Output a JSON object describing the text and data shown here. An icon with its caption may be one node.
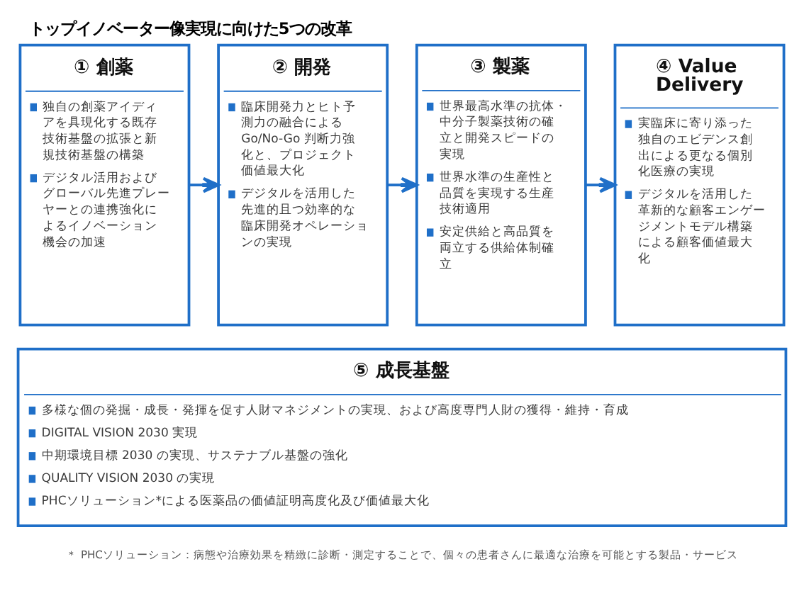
{
  "diagram": {
    "title": "トップイノベーター像実現に向けた5つの改革",
    "nodes": [
      {
        "text": [
          "① 創薬",
          "独自の創薬アイディアを具現化する既存技術基盤の拡張と新規技術基盤の構築",
          "デジタル活用およびグローバル先進プレーヤーとの連携強化によるイノベーション機会の加速"
        ]
      },
      {
        "text": [
          "② 開発",
          "臨床開発力とヒト予測力の融合によるGo/No-Go 判断力強化と、プロジェクト価値最大化",
          "デジタルを活用した先進的且つ効率的な臨床開発オペレーションの実現"
        ]
      },
      {
        "text": [
          "③ 製薬",
          "世界最高水準の抗体・中分子製薬技術の確立と開発スピードの実現",
          "世界水準の生産性と品質を実現する生産技術適用",
          "安定供給と高品質を両立する供給体制確立"
        ]
      },
      {
        "text": [
          "④ Value Delivery",
          "実臨床に寄り添った独自のエビデンス創出による更なる個別化医療の実現",
          "デジタルを活用した革新的な顧客エンゲージメントモデル構築による顧客価値最大化"
        ]
      },
      {
        "text": [
          "⑤ 成長基盤",
          "多様な個の発掘・成長・発揮を促す人財マネジメントの実現、および高度専門人財の獲得・維持・育成",
          "DIGITAL VISION 2030 実現",
          "中期環境目標 2030 の実現、サステナブル基盤の強化",
          "QUALITY VISION 2030 の実現",
          "PHCソリューション*による医薬品の価値証明高度化及び価値最大化"
        ]
      }
    ],
    "edges": [
      {
        "from": 0,
        "to": 1,
        "arrow": "to"
      },
      {
        "from": 1,
        "to": 2,
        "arrow": "to"
      },
      {
        "from": 2,
        "to": 3,
        "arrow": "to"
      }
    ],
    "labels": [
      "＊ PHCソリューション：病態や治療効果を精緻に診断・測定することで、個々の患者さんに最適な治療を可能とする製品・サービス"
    ]
  }
}
